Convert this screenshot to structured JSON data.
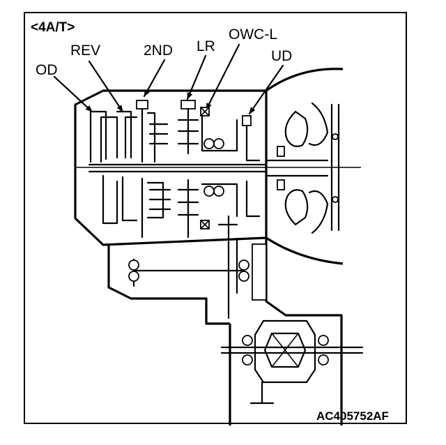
{
  "figure": {
    "title": "<4A/T>",
    "code": "AC405752AF"
  },
  "labels": {
    "od": "OD",
    "rev": "REV",
    "second": "2ND",
    "lr": "LR",
    "owc_l": "OWC-L",
    "ud": "UD"
  }
}
